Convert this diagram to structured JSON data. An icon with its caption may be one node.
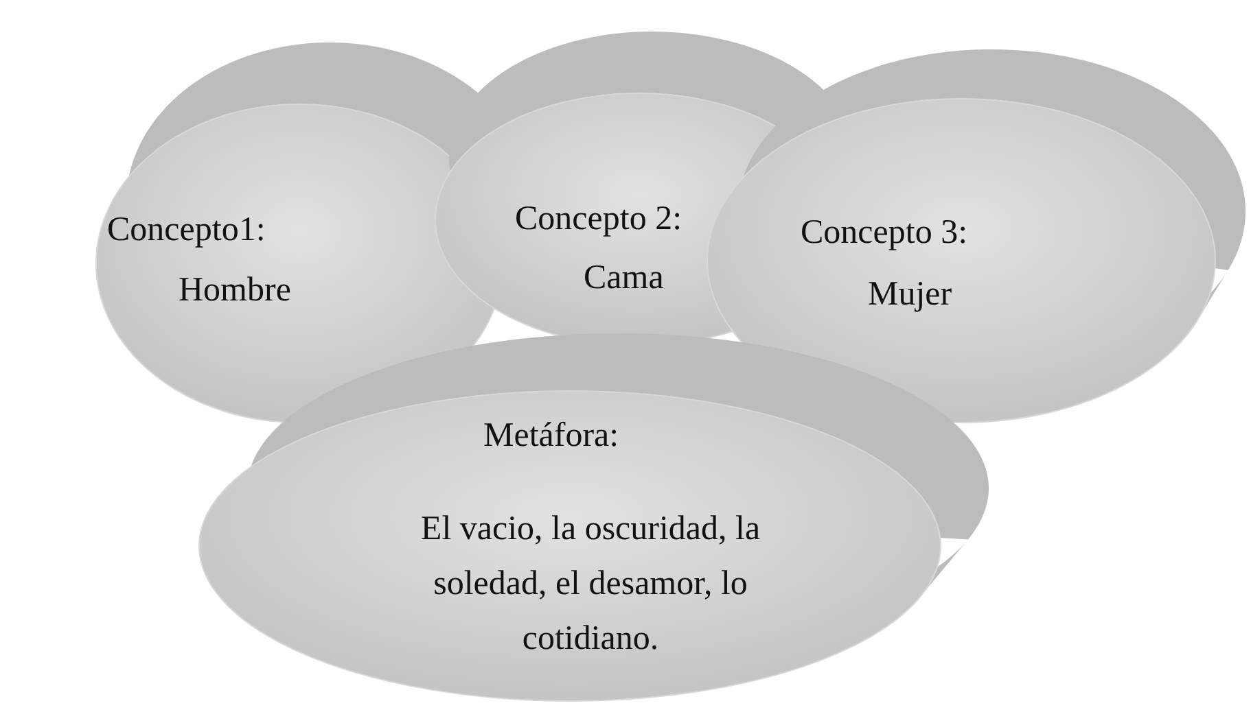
{
  "diagram": {
    "nodes": [
      {
        "text": [
          "Concepto1:",
          "Hombre"
        ]
      },
      {
        "text": [
          "Concepto 2:",
          "Cama"
        ]
      },
      {
        "text": [
          "Concepto 3:",
          "Mujer"
        ]
      },
      {
        "text": [
          "Metáfora:",
          "El vacio, la oscuridad, la soledad, el desamor, lo cotidiano."
        ]
      }
    ]
  }
}
